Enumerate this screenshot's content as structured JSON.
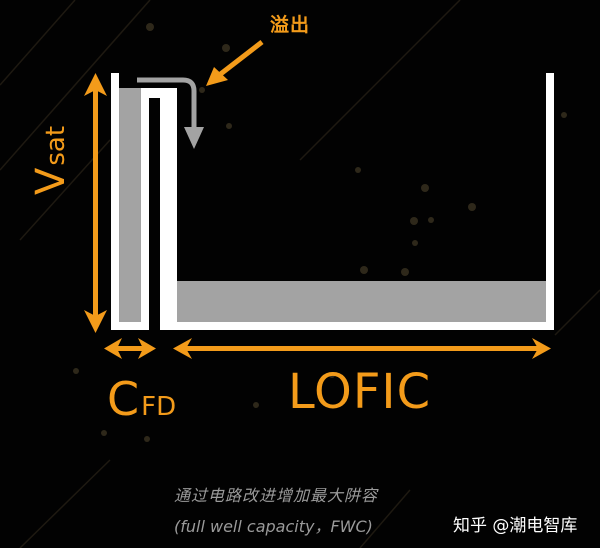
{
  "diagram": {
    "title_annotation": "溢出",
    "labels": {
      "vsat_main": "V",
      "vsat_sub": "sat",
      "cfd_main": "C",
      "cfd_sub": "FD",
      "lofic": "LOFIC"
    },
    "components": [
      {
        "name": "CFD well",
        "description": "floating diffusion capacitor, filled to top"
      },
      {
        "name": "LOFIC well",
        "description": "lateral overflow integration capacitor, partially filled"
      }
    ],
    "arrows": [
      {
        "name": "overflow-arrow",
        "color": "#a3a3a3",
        "from": "CFD",
        "to": "LOFIC"
      },
      {
        "name": "overflow-pointer",
        "color": "#f39b1a",
        "label": "溢出"
      },
      {
        "name": "vsat-dimension",
        "color": "#f39b1a",
        "orientation": "vertical"
      },
      {
        "name": "cfd-width-dimension",
        "color": "#f39b1a",
        "orientation": "horizontal"
      },
      {
        "name": "lofic-width-dimension",
        "color": "#f39b1a",
        "orientation": "horizontal"
      }
    ]
  },
  "caption": {
    "line1": "通过电路改进增加最大阱容",
    "line2": "(full well capacity，FWC)"
  },
  "watermark": "知乎 @潮电智库",
  "colors": {
    "background": "#020202",
    "accent": "#f39b1a",
    "wall": "#ffffff",
    "fill": "#a3a3a3",
    "caption": "#9a9a9a"
  }
}
